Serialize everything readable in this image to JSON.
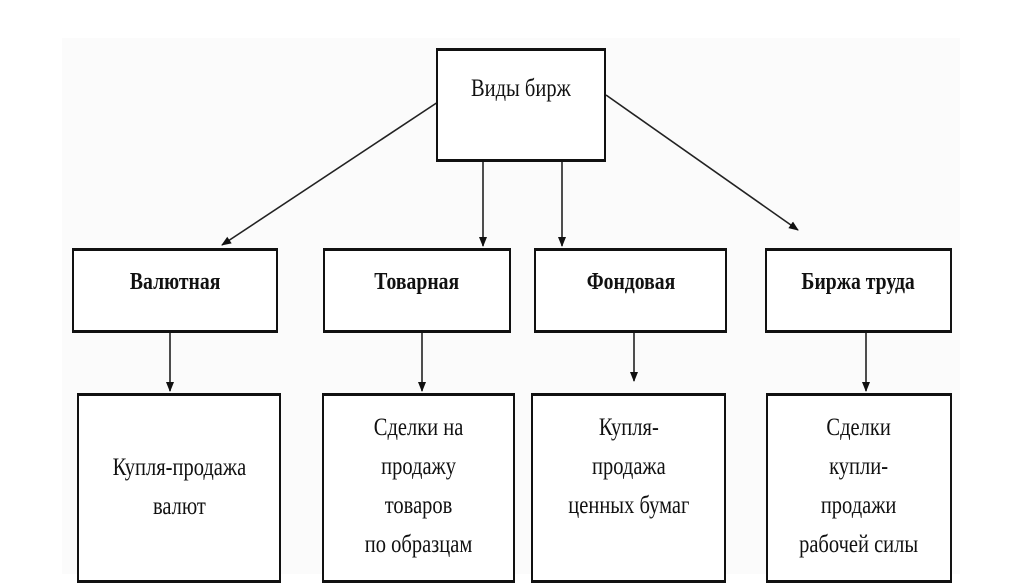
{
  "root": {
    "label": "Виды бирж"
  },
  "types": [
    {
      "label": "Валютная",
      "description": [
        "Купля-продажа",
        "валют"
      ]
    },
    {
      "label": "Товарная",
      "description": [
        "Сделки на",
        "продажу",
        "товаров",
        "по образцам"
      ]
    },
    {
      "label": "Фондовая",
      "description": [
        "Купля-",
        "продажа",
        "ценных бумаг"
      ]
    },
    {
      "label": "Биржа труда",
      "description": [
        "Сделки",
        "купли-",
        "продажи",
        "рабочей силы"
      ]
    }
  ]
}
